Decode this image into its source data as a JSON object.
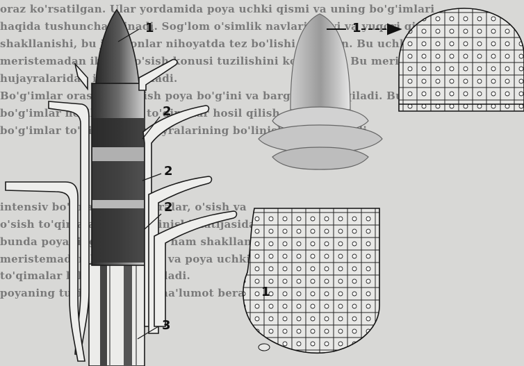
{
  "background_text_lines": [
    "oraz ko'rsatilgan. Ular yordamida poya uchki qismi va uning bo'g'imlari",
    "haqida tushuncha olinadi. Sog'lom o'simlik navlari, quyi va yuqori qismi",
    "shakllanishi, bu jarayonlar nihoyatda tez bo'lishi mumkin. Bu uchki",
    "meristemadan iborat, o'sish konusi tuzilishini ko'rsatadi. Bu meristema hujayralari",
    "hujayralaridan iborat bo'ladi.",
    "Bo'g'imlar orasidagi o'sish poya bo'g'ini va barglar hosil qiladi. Bunda",
    "bo'g'imlar hosil bo'ladi, to'qimalar hosil qilish...",
    "bo'g'imlar to'qimalari hujayralarining bo'linishi hosil bo'ladi.",
    "",
    "intensiv bo'linadi va hujayralar, o'sish va",
    "o'sish to'qimalarining bo'linishi natijasida hosil bo'ladigan",
    "bunda poyaning to'qimalari ham shakllanadi.",
    "meristemadan hosil bo'ladi va poya uchki qismi",
    "to'qimalar bilan bog'liq bo'ladi.",
    "poyaning tuzilishi haqida ma'lumot beradi"
  ],
  "labels": {
    "shoot_apex": "1",
    "arrow_label": "1",
    "node_upper": "2",
    "node_middle": "2",
    "node_lower": "2",
    "vascular": "3",
    "cell_detail": "1"
  },
  "colors": {
    "paper": "#d8d8d6",
    "ink": "#1a1a1a",
    "shade_dark": "#3a3a3a",
    "shade_mid": "#8a8a8a",
    "shade_light": "#c4c4c4"
  }
}
